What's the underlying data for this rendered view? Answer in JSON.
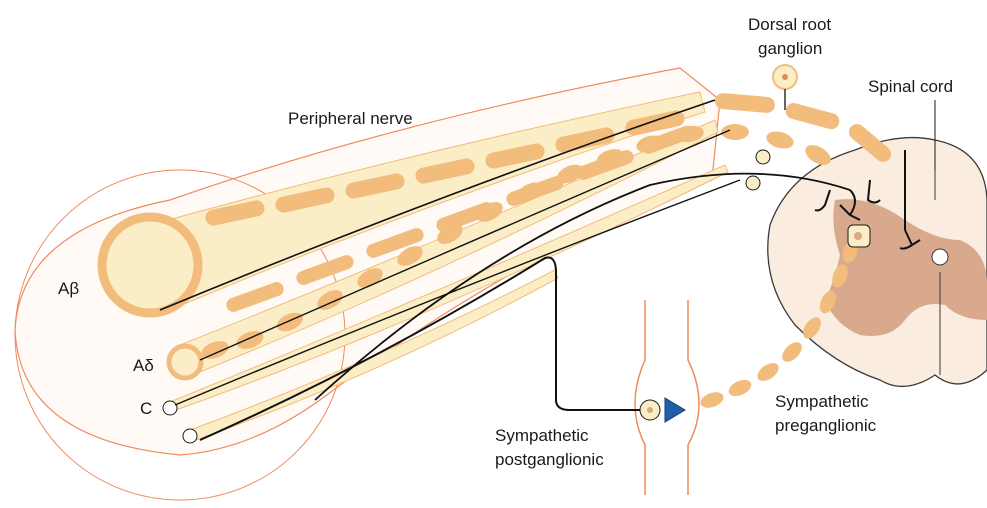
{
  "labels": {
    "dorsal_root_ganglion": [
      "Dorsal root",
      "ganglion"
    ],
    "spinal_cord": "Spinal cord",
    "peripheral_nerve": "Peripheral nerve",
    "a_beta": "Aβ",
    "a_delta": "Aδ",
    "c_fiber": "C",
    "sympathetic_postganglionic": [
      "Sympathetic",
      "postganglionic"
    ],
    "sympathetic_preganglionic": [
      "Sympathetic",
      "preganglionic"
    ]
  },
  "colors": {
    "myelin": "#f2bc7d",
    "axon": "#fbeec7",
    "outline": "#f08a5d",
    "grey_matter": "#d8a98c",
    "white_matter": "#fbece0",
    "cord_outline": "#3a3a3a",
    "fiber": "#111111",
    "synapse": "#1f5fa8"
  }
}
